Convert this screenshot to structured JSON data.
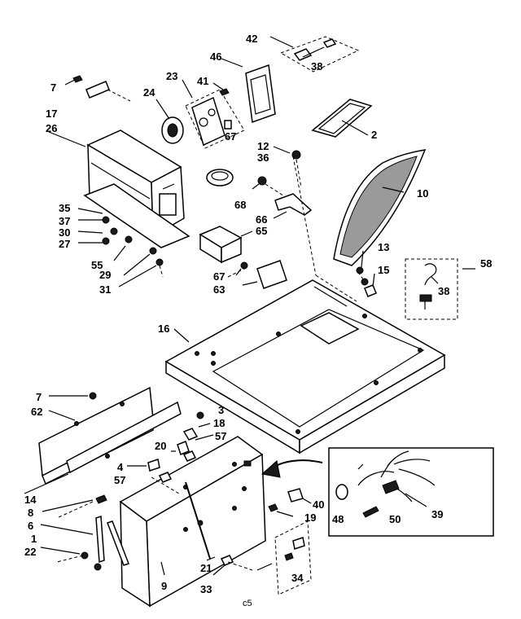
{
  "labels": {
    "l42": "42",
    "l38a": "38",
    "l46": "46",
    "l7a": "7",
    "l23": "23",
    "l41": "41",
    "l24": "24",
    "l17": "17",
    "l26": "26",
    "l67a": "67",
    "l2": "2",
    "l12": "12",
    "l36": "36",
    "l10": "10",
    "l68": "68",
    "l35": "35",
    "l37": "37",
    "l66": "66",
    "l65": "65",
    "l30": "30",
    "l27": "27",
    "l13": "13",
    "l58": "58",
    "l55": "55",
    "l29": "29",
    "l15": "15",
    "l31": "31",
    "l67b": "67",
    "l63": "63",
    "l38b": "38",
    "l16": "16",
    "l7b": "7",
    "l62": "62",
    "l3": "3",
    "l18": "18",
    "l20": "20",
    "l57a": "57",
    "l4": "4",
    "l57b": "57",
    "l14": "14",
    "l8": "8",
    "l6": "6",
    "l1": "1",
    "l22": "22",
    "l40": "40",
    "l19": "19",
    "l39": "39",
    "l48": "48",
    "l50": "50",
    "l21": "21",
    "l9": "9",
    "l33": "33",
    "l34": "34",
    "footer": "c5"
  }
}
